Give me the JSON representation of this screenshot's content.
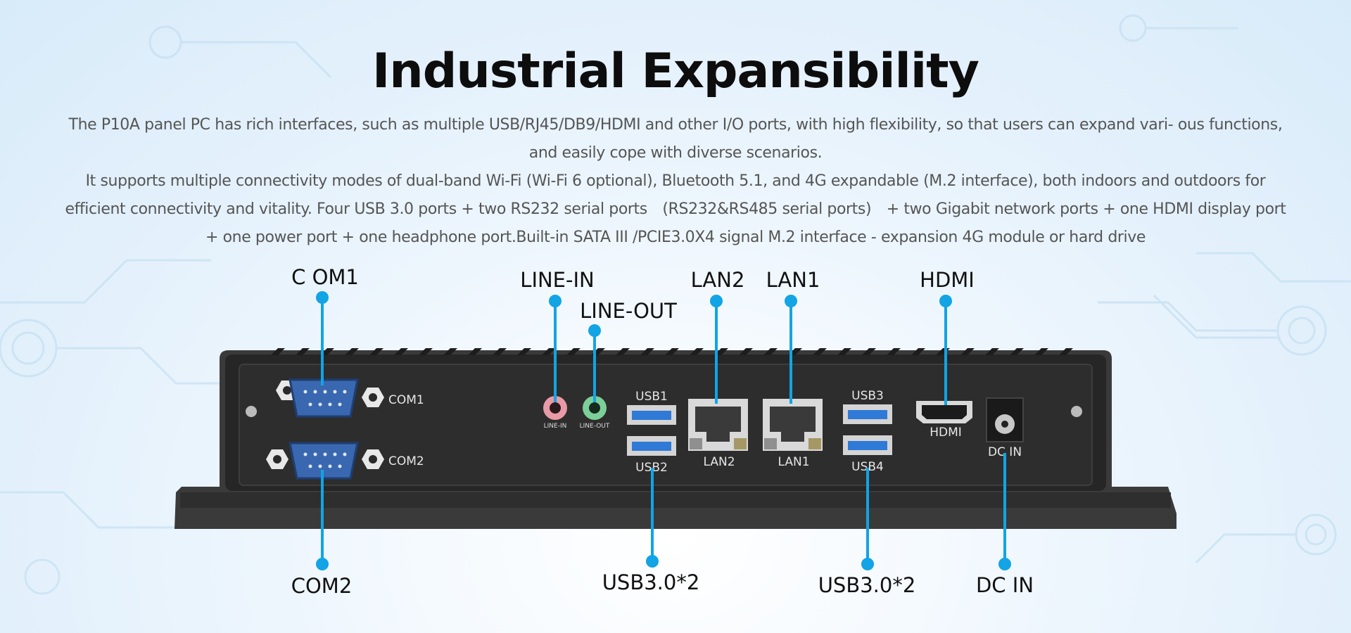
{
  "title": "Industrial Expansibility",
  "description": [
    "The P10A panel PC has rich interfaces, such as multiple USB/RJ45/DB9/HDMI and other I/O ports, with high flexibility, so that users can expand vari- ous functions, and easily cope with diverse scenarios.",
    "It supports multiple connectivity modes of dual-band Wi-Fi (Wi-Fi 6 optional), Bluetooth 5.1, and 4G expandable (M.2 interface), both indoors and outdoors for efficient connectivity and vitality. Four USB 3.0 ports + two RS232 serial ports　(RS232&RS485 serial ports)　+ two Gigabit network ports + one HDMI display port + one power port + one headphone port.Built-in SATA III /PCIE3.0X4 signal M.2 interface - expansion 4G module or hard drive"
  ],
  "callouts": {
    "com1": "C OM1",
    "line_in": "LINE-IN",
    "line_out": "LINE-OUT",
    "lan2": "LAN2",
    "lan1": "LAN1",
    "hdmi": "HDMI",
    "com2": "COM2",
    "usb_left": "USB3.0*2",
    "usb_right": "USB3.0*2",
    "dc_in": "DC IN"
  },
  "device_labels": {
    "com1": "COM1",
    "com2": "COM2",
    "line_in": "LINE-IN",
    "line_out": "LINE-OUT",
    "usb1": "USB1",
    "usb2": "USB2",
    "lan2": "LAN2",
    "lan1": "LAN1",
    "usb3": "USB3",
    "usb4": "USB4",
    "hdmi": "HDMI",
    "dc_in": "DC IN"
  },
  "colors": {
    "accent": "#12a4e4",
    "device_body": "#2b2b2b",
    "serial_port": "#3a68b0",
    "usb_port": "#2f7ad6",
    "line_in_port": "#e89aa6",
    "line_out_port": "#7ccf98"
  }
}
